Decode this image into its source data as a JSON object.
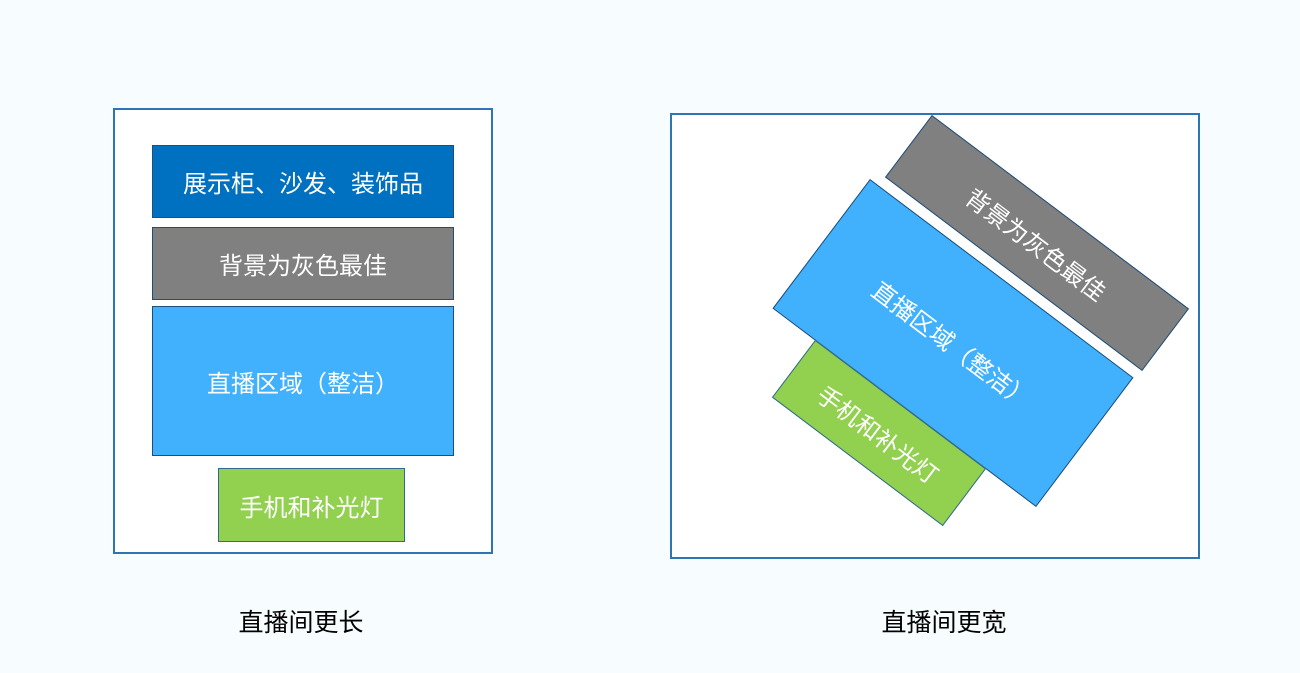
{
  "colors": {
    "page_bg": "#f7fdfe",
    "frame_border": "#2e75b6",
    "display_zone": "#0070c0",
    "background_zone": "#808080",
    "live_zone": "#41b1fd",
    "phone_zone": "#92d050"
  },
  "long_room": {
    "display_label": "展示柜、沙发、装饰品",
    "background_label": "背景为灰色最佳",
    "live_label": "直播区域（整洁）",
    "phone_label": "手机和补光灯",
    "caption": "直播间更长"
  },
  "wide_room": {
    "background_label": "背景为灰色最佳",
    "live_label": "直播区域（整洁）",
    "phone_label": "手机和补光灯",
    "caption": "直播间更宽"
  }
}
